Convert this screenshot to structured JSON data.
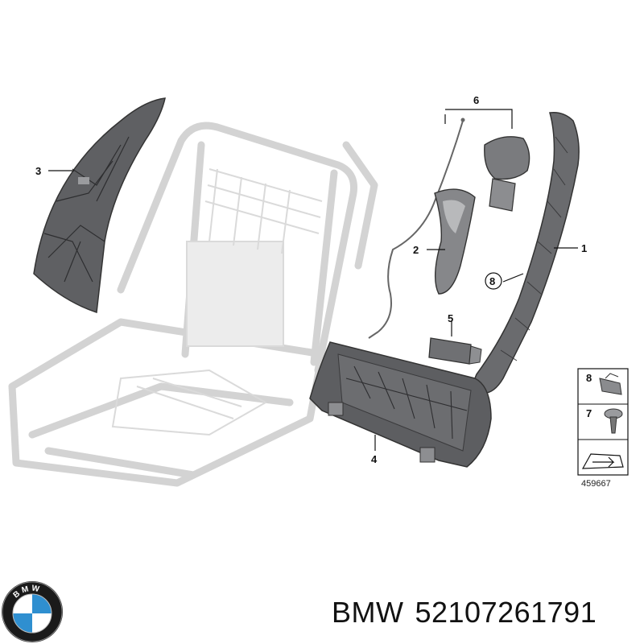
{
  "callouts": {
    "c1": "1",
    "c2": "2",
    "c3": "3",
    "c4": "4",
    "c5": "5",
    "c6": "6",
    "c8": "8"
  },
  "legend": {
    "row1_number": "8",
    "row2_number": "7"
  },
  "diagram_id": "459667",
  "logo": {
    "text": "BMW",
    "colors": {
      "ring": "#111111",
      "blue": "#2f8fd0",
      "white": "#ffffff"
    }
  },
  "footer": {
    "brand": "BMW",
    "part_number": "52107261791"
  },
  "colors": {
    "part_dark": "#5e5f62",
    "part_mid": "#86878a",
    "frame_ghost": "#d4d4d4",
    "line": "#111111"
  }
}
